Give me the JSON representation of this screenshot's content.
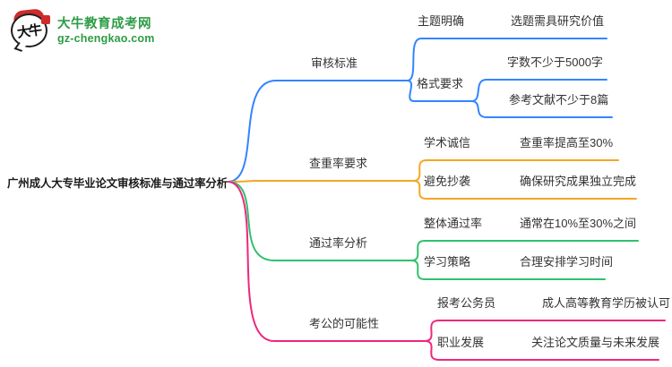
{
  "logo": {
    "icon_text": "大牛",
    "title": "大牛教育成考网",
    "subtitle": "gz-chengkao.com"
  },
  "colors": {
    "blue": "#3385ff",
    "orange": "#f5a623",
    "green": "#2ec16e",
    "pink": "#f0267c",
    "brand_green": "#2e9c45",
    "text": "#333333"
  },
  "mindmap": {
    "root": "广州成人大专毕业论文审核标准与通过率分析",
    "branches": [
      {
        "label": "审核标准",
        "color": "#3385ff",
        "children": [
          {
            "label": "主题明确",
            "children": [
              {
                "label": "选题需具研究价值"
              }
            ]
          },
          {
            "label": "格式要求",
            "children": [
              {
                "label": "字数不少于5000字"
              },
              {
                "label": "参考文献不少于8篇"
              }
            ]
          }
        ]
      },
      {
        "label": "查重率要求",
        "color": "#f5a623",
        "children": [
          {
            "label": "学术诚信",
            "children": [
              {
                "label": "查重率提高至30%"
              }
            ]
          },
          {
            "label": "避免抄袭",
            "children": [
              {
                "label": "确保研究成果独立完成"
              }
            ]
          }
        ]
      },
      {
        "label": "通过率分析",
        "color": "#2ec16e",
        "children": [
          {
            "label": "整体通过率",
            "children": [
              {
                "label": "通常在10%至30%之间"
              }
            ]
          },
          {
            "label": "学习策略",
            "children": [
              {
                "label": "合理安排学习时间"
              }
            ]
          }
        ]
      },
      {
        "label": "考公的可能性",
        "color": "#f0267c",
        "children": [
          {
            "label": "报考公务员",
            "children": [
              {
                "label": "成人高等教育学历被认可"
              }
            ]
          },
          {
            "label": "职业发展",
            "children": [
              {
                "label": "关注论文质量与未来发展"
              }
            ]
          }
        ]
      }
    ]
  }
}
